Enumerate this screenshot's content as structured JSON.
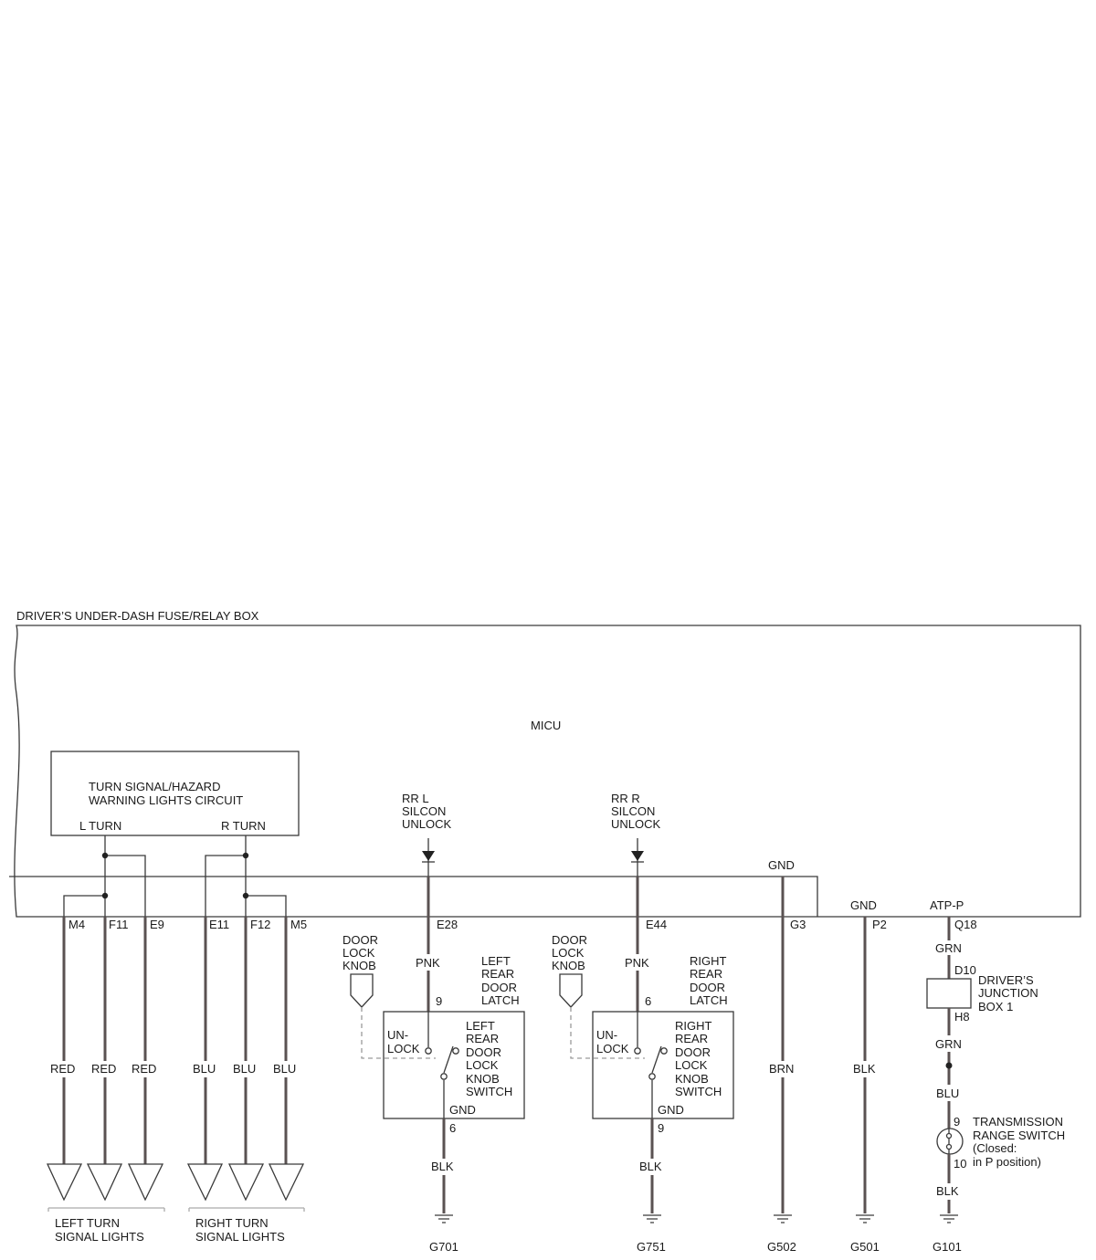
{
  "box_title": "DRIVER’S UNDER-DASH FUSE/RELAY BOX",
  "micu_label": "MICU",
  "turn_circuit": {
    "title_line1": "TURN SIGNAL/HAZARD",
    "title_line2": "WARNING LIGHTS CIRCUIT",
    "l_turn": "L TURN",
    "r_turn": "R TURN"
  },
  "left_turn": {
    "terminals": [
      "M4",
      "F11",
      "E9"
    ],
    "wire_colors": [
      "RED",
      "RED",
      "RED"
    ],
    "group_label_line1": "LEFT TURN",
    "group_label_line2": "SIGNAL LIGHTS"
  },
  "right_turn": {
    "terminals": [
      "E11",
      "F12",
      "M5"
    ],
    "wire_colors": [
      "BLU",
      "BLU",
      "BLU"
    ],
    "group_label_line1": "RIGHT TURN",
    "group_label_line2": "SIGNAL LIGHTS"
  },
  "rr_l": {
    "signal": [
      "RR L",
      "SILCON",
      "UNLOCK"
    ],
    "terminal": "E28",
    "wire_top": "PNK",
    "latch_label": [
      "LEFT",
      "REAR",
      "DOOR",
      "LATCH"
    ],
    "knob_label": [
      "DOOR",
      "LOCK",
      "KNOB"
    ],
    "pin_top": "9",
    "unlock": [
      "UN-",
      "LOCK"
    ],
    "switch_label": [
      "LEFT",
      "REAR",
      "DOOR",
      "LOCK",
      "KNOB",
      "SWITCH"
    ],
    "gnd": "GND",
    "pin_bottom": "6",
    "wire_bottom": "BLK",
    "ground": "G701"
  },
  "rr_r": {
    "signal": [
      "RR R",
      "SILCON",
      "UNLOCK"
    ],
    "terminal": "E44",
    "wire_top": "PNK",
    "latch_label": [
      "RIGHT",
      "REAR",
      "DOOR",
      "LATCH"
    ],
    "knob_label": [
      "DOOR",
      "LOCK",
      "KNOB"
    ],
    "pin_top": "6",
    "unlock": [
      "UN-",
      "LOCK"
    ],
    "switch_label": [
      "RIGHT",
      "REAR",
      "DOOR",
      "LOCK",
      "KNOB",
      "SWITCH"
    ],
    "gnd": "GND",
    "pin_bottom": "9",
    "wire_bottom": "BLK",
    "ground": "G751"
  },
  "gnd_g3": {
    "label": "GND",
    "terminal": "G3",
    "wire": "BRN",
    "ground": "G502"
  },
  "gnd_p2": {
    "label": "GND",
    "terminal": "P2",
    "wire": "BLK",
    "ground": "G501"
  },
  "atp": {
    "label": "ATP-P",
    "terminal": "Q18",
    "wire1": "GRN",
    "jb_top": "D10",
    "jb_label": [
      "DRIVER’S",
      "JUNCTION",
      "BOX 1"
    ],
    "jb_bottom": "H8",
    "wire2": "GRN",
    "wire3": "BLU",
    "sw_pin_top": "9",
    "sw_label": [
      "TRANSMISSION",
      "RANGE SWITCH",
      "(Closed:",
      "in P position)"
    ],
    "sw_pin_bottom": "10",
    "wire4": "BLK",
    "ground": "G101"
  },
  "colors": {
    "wire": "#5a5252",
    "line": "#3a3a3a",
    "dashed": "#9a9a9a"
  }
}
